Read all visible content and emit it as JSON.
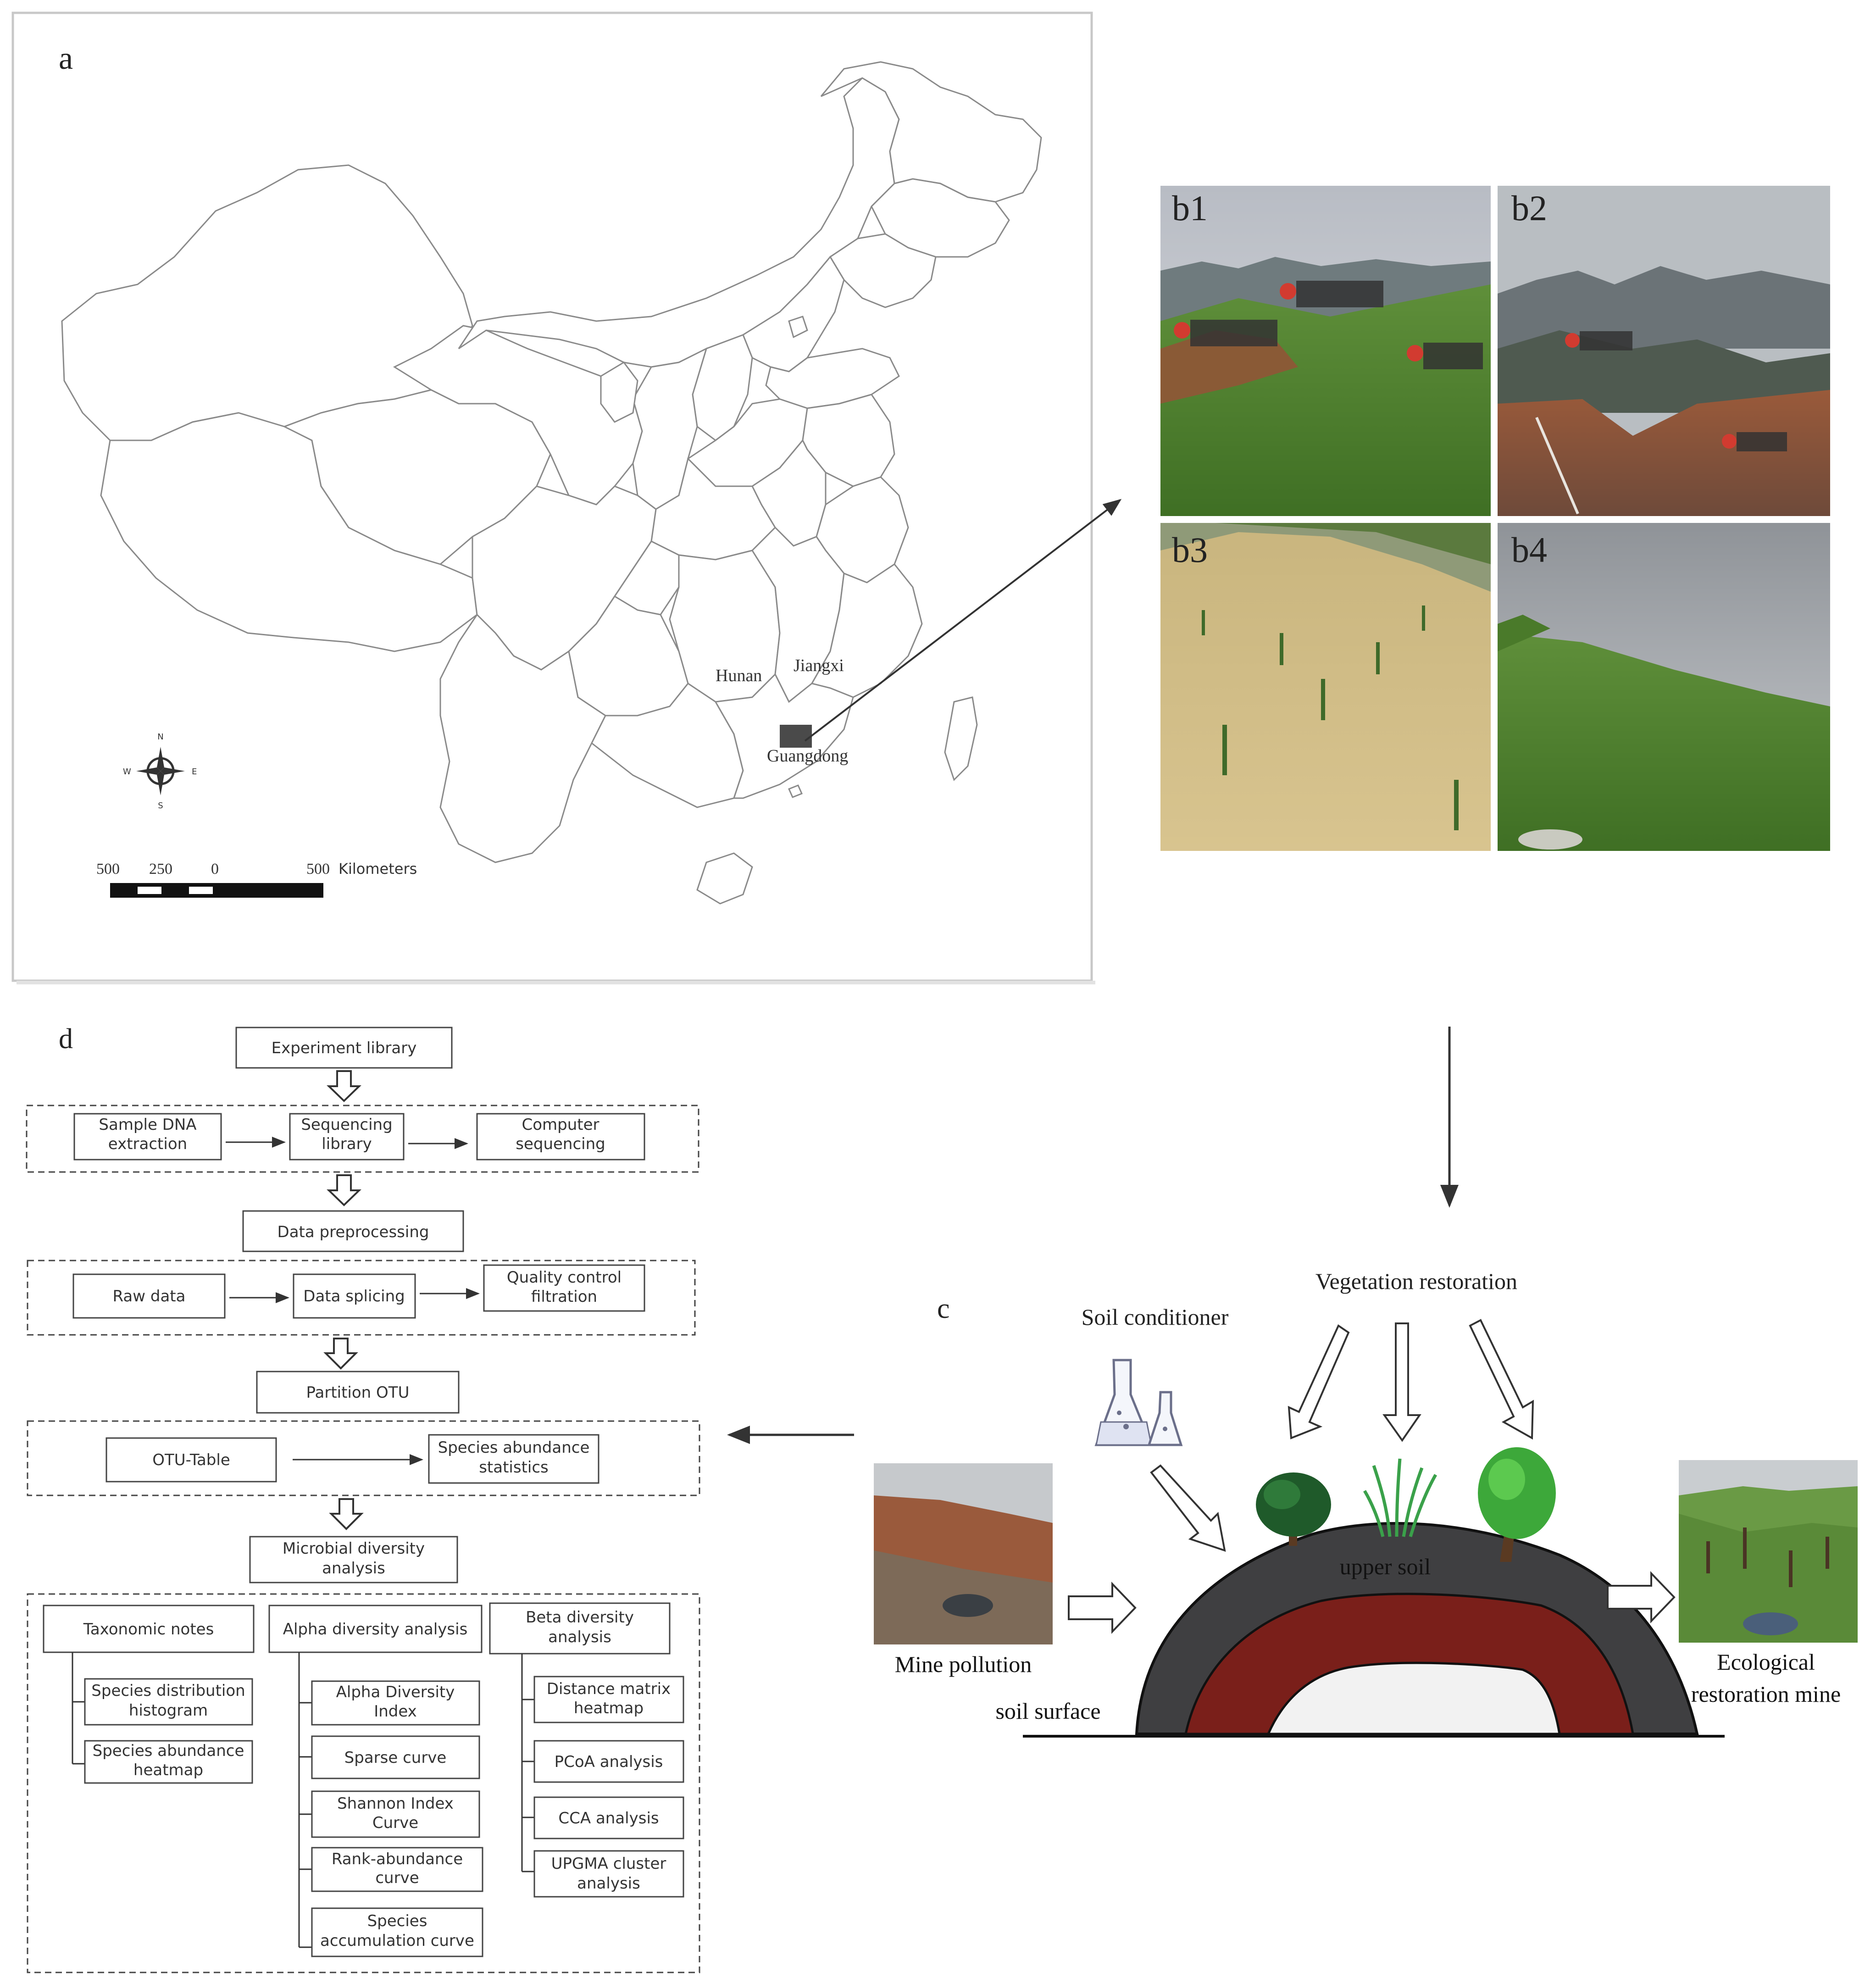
{
  "panels": {
    "a": {
      "letter": "a",
      "province_labels": [
        "Hunan",
        "Jiangxi",
        "Guangdong"
      ],
      "compass": [
        "N",
        "E",
        "S",
        "W"
      ],
      "scale": {
        "ticks": [
          "500",
          "250",
          "0",
          "500"
        ],
        "unit": "Kilometers"
      }
    },
    "b": {
      "tiles": [
        "b1",
        "b2",
        "b3",
        "b4"
      ]
    },
    "c": {
      "letter": "c",
      "vegetation": "Vegetation restoration",
      "conditioner": "Soil conditioner",
      "upper_soil": "upper soil",
      "soil_surface": "soil surface",
      "mine_pollution": "Mine pollution",
      "eco_line1": "Ecological",
      "eco_line2": "restoration mine"
    },
    "d": {
      "letter": "d",
      "experiment_library": "Experiment library",
      "sample_dna": [
        "Sample DNA",
        "extraction"
      ],
      "sequencing_library": [
        "Sequencing",
        "library"
      ],
      "computer_sequencing": [
        "Computer",
        "sequencing"
      ],
      "data_preprocessing": "Data preprocessing",
      "raw_data": "Raw data",
      "data_splicing": "Data splicing",
      "quality_control": [
        "Quality control",
        "filtration"
      ],
      "partition_otu": "Partition OTU",
      "otu_table": "OTU-Table",
      "species_abundance_statistics": [
        "Species abundance",
        "statistics"
      ],
      "microbial_diversity": [
        "Microbial diversity",
        "analysis"
      ],
      "taxonomic_notes": "Taxonomic notes",
      "alpha_diversity_analysis": "Alpha diversity analysis",
      "beta_diversity_analysis": [
        "Beta diversity",
        "analysis"
      ],
      "taxonomic_items": [
        [
          "Species distribution",
          "histogram"
        ],
        [
          "Species abundance",
          "heatmap"
        ]
      ],
      "alpha_items": [
        [
          "Alpha Diversity",
          "Index"
        ],
        [
          "Sparse curve"
        ],
        [
          "Shannon Index",
          "Curve"
        ],
        [
          "Rank-abundance",
          "curve"
        ],
        [
          "Species",
          "accumulation curve"
        ]
      ],
      "beta_items": [
        [
          "Distance matrix",
          "heatmap"
        ],
        [
          "PCoA analysis"
        ],
        [
          "CCA analysis"
        ],
        [
          "UPGMA cluster",
          "analysis"
        ]
      ]
    }
  }
}
